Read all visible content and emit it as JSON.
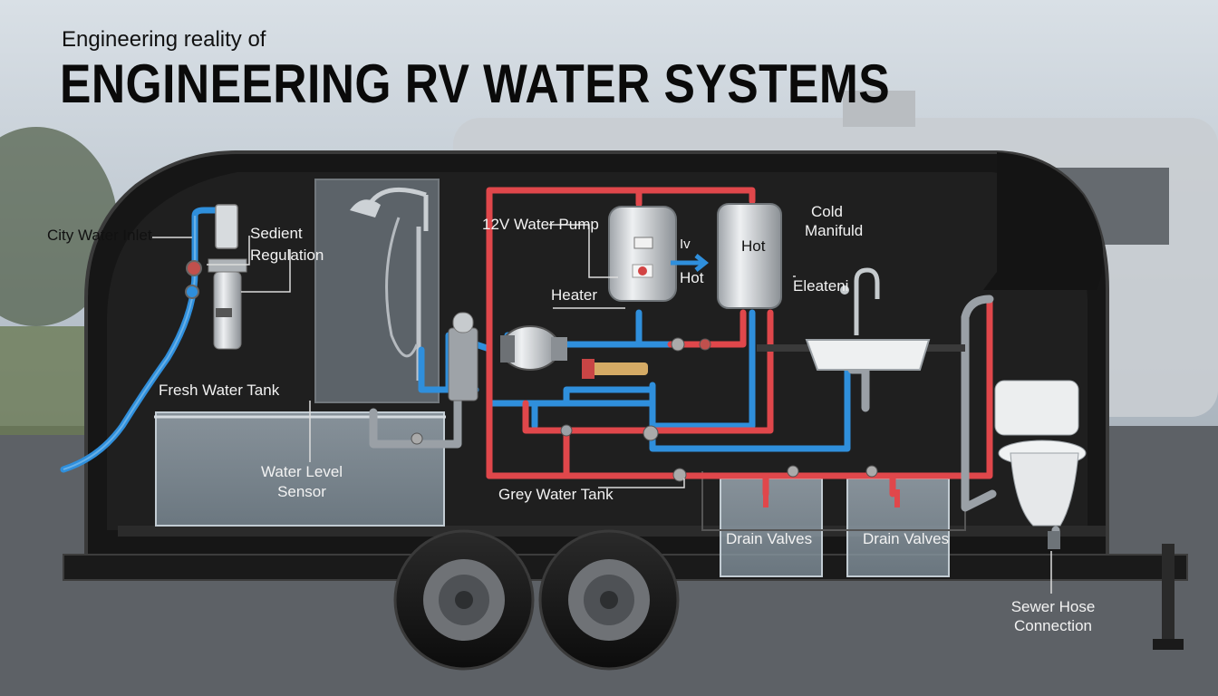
{
  "title": {
    "subtitle": "Engineering reality of",
    "main": "ENGINEERING RV WATER SYSTEMS"
  },
  "labels": {
    "city_water_inlet": "City Water Inlet",
    "sediment_regulation": [
      "Sedient",
      "Regulation"
    ],
    "pump": "12V Water Pump",
    "iv": "Iv",
    "hot_arrow": "Hot",
    "hot_tank": "Hot",
    "cold_manifold": [
      "Cold",
      "Manifuld"
    ],
    "heater": "Heater",
    "element": "Eleateni",
    "fresh_water_tank": "Fresh Water Tank",
    "water_level_sensor": [
      "Water Level",
      "Sensor"
    ],
    "grey_water_tank": "Grey Water Tank",
    "drain_valves_1": "Drain Valves",
    "drain_valves_2": "Drain Valves",
    "sewer_hose_connection": [
      "Sewer Hose",
      "Connection"
    ]
  },
  "colors": {
    "hot_line": "#e0474b",
    "cold_line": "#2f8fdc",
    "trailer_body": "#161616",
    "sky": "#b8c4cf",
    "ground": "#5a5e63"
  }
}
